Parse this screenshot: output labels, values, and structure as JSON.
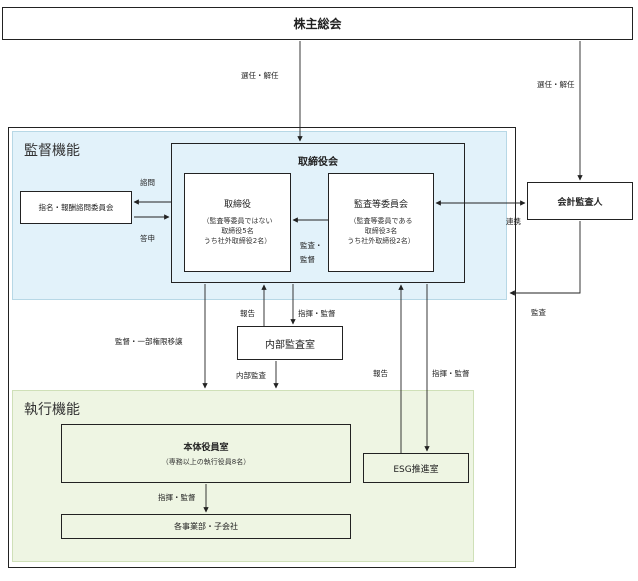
{
  "shareholders": "株主総会",
  "supervision": {
    "title": "監督機能",
    "board": "取締役会",
    "directors": {
      "title": "取締役",
      "lines": [
        "（監査等委員ではない",
        "取締役5名",
        "うち社外取締役2名）"
      ]
    },
    "audit_committee": {
      "title": "監査等委員会",
      "lines": [
        "（監査等委員である",
        "取締役3名",
        "うち社外取締役2名）"
      ]
    },
    "nomination": "指名・報酬諮問委員会"
  },
  "accounting_auditor": "会計監査人",
  "internal_audit": "内部監査室",
  "execution": {
    "title": "執行機能",
    "exec_office": {
      "title": "本体役員室",
      "sub": "（専務以上の執行役員8名）"
    },
    "divisions": "各事業部・子会社",
    "esg": "ESG推進室"
  },
  "labels": {
    "elect_dismiss_1": "選任・解任",
    "elect_dismiss_2": "選任・解任",
    "consult": "諮問",
    "reply": "答申",
    "audit_supervise": [
      "監査・",
      "監督"
    ],
    "coordination": "連携",
    "audit": "監査",
    "report_1": "報告",
    "direct_supervise_1": "指揮・監督",
    "supervise_delegate": "監督・一部権限移譲",
    "internal_audit_label": "内部監査",
    "report_2": "報告",
    "direct_supervise_2": "指揮・監督",
    "direct_supervise_3": "指揮・監督"
  }
}
